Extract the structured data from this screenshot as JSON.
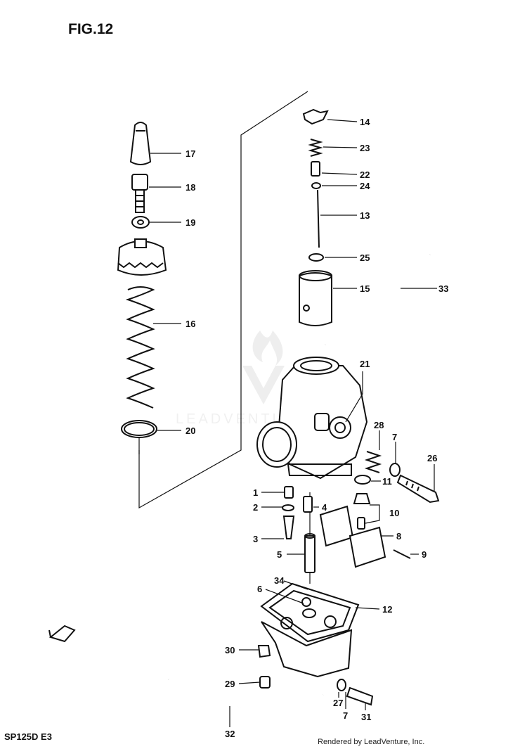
{
  "figure": {
    "title": "FIG.12",
    "model": "SP125D  E3",
    "credit": "Rendered by LeadVenture, Inc.",
    "watermark": "LEADVENTURE"
  },
  "callouts": [
    {
      "id": "c1",
      "text": "1"
    },
    {
      "id": "c2",
      "text": "2"
    },
    {
      "id": "c3",
      "text": "3"
    },
    {
      "id": "c4",
      "text": "4"
    },
    {
      "id": "c5",
      "text": "5"
    },
    {
      "id": "c6",
      "text": "6"
    },
    {
      "id": "c7a",
      "text": "7"
    },
    {
      "id": "c7b",
      "text": "7"
    },
    {
      "id": "c8",
      "text": "8"
    },
    {
      "id": "c9",
      "text": "9"
    },
    {
      "id": "c10",
      "text": "10"
    },
    {
      "id": "c11",
      "text": "11"
    },
    {
      "id": "c12",
      "text": "12"
    },
    {
      "id": "c13",
      "text": "13"
    },
    {
      "id": "c14",
      "text": "14"
    },
    {
      "id": "c15",
      "text": "15"
    },
    {
      "id": "c16",
      "text": "16"
    },
    {
      "id": "c17",
      "text": "17"
    },
    {
      "id": "c18",
      "text": "18"
    },
    {
      "id": "c19",
      "text": "19"
    },
    {
      "id": "c20",
      "text": "20"
    },
    {
      "id": "c21",
      "text": "21"
    },
    {
      "id": "c22",
      "text": "22"
    },
    {
      "id": "c23",
      "text": "23"
    },
    {
      "id": "c24",
      "text": "24"
    },
    {
      "id": "c25",
      "text": "25"
    },
    {
      "id": "c26",
      "text": "26"
    },
    {
      "id": "c27",
      "text": "27"
    },
    {
      "id": "c28",
      "text": "28"
    },
    {
      "id": "c29",
      "text": "29"
    },
    {
      "id": "c30",
      "text": "30"
    },
    {
      "id": "c31",
      "text": "31"
    },
    {
      "id": "c32",
      "text": "32"
    },
    {
      "id": "c33",
      "text": "33"
    },
    {
      "id": "c34",
      "text": "34"
    }
  ]
}
